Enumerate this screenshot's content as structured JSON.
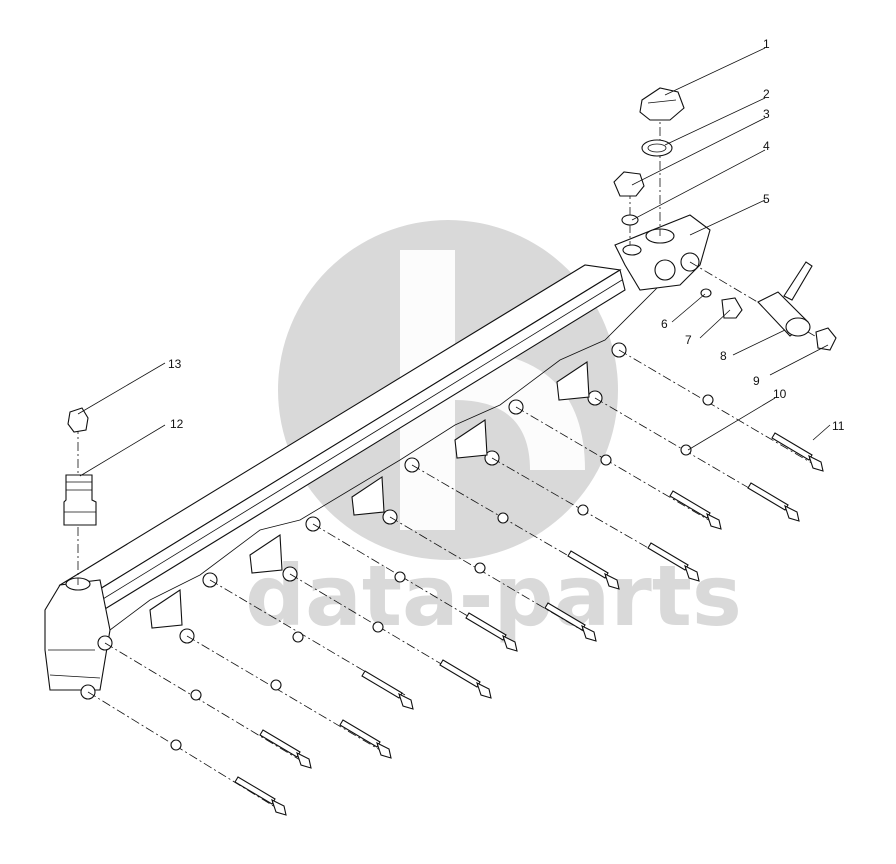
{
  "watermark": {
    "text": "data-parts",
    "color": "#d9d9d9"
  },
  "callouts": [
    {
      "label": "1"
    },
    {
      "label": "2"
    },
    {
      "label": "3"
    },
    {
      "label": "4"
    },
    {
      "label": "5"
    },
    {
      "label": "6"
    },
    {
      "label": "7"
    },
    {
      "label": "8"
    },
    {
      "label": "9"
    },
    {
      "label": "10"
    },
    {
      "label": "11"
    },
    {
      "label": "12"
    },
    {
      "label": "13"
    }
  ],
  "colors": {
    "line": "#111111",
    "background": "#ffffff"
  }
}
